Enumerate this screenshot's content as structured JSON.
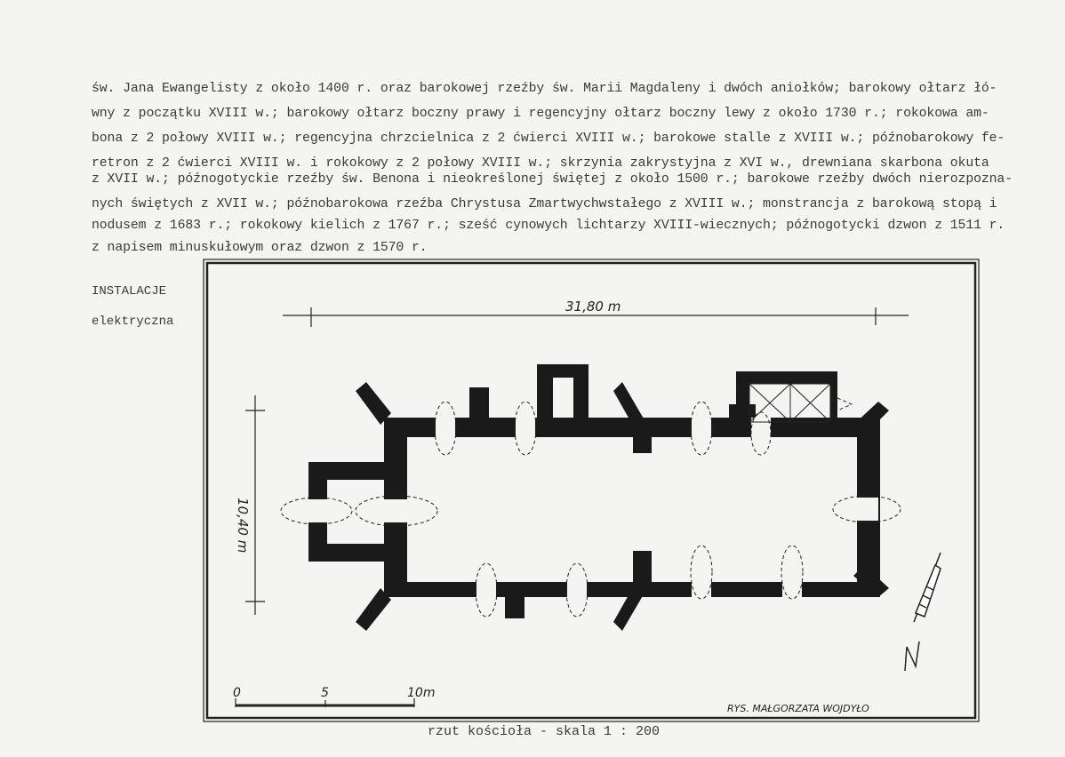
{
  "body_text": [
    "św. Jana Ewangelisty z około 1400 r. oraz barokowej rzeźby św. Marii Magdaleny i dwóch aniołków; barokowy ołtarz łó-",
    "wny z początku XVIII w.; barokowy ołtarz boczny prawy i regencyjny ołtarz boczny lewy z około 1730 r.; rokokowa am-",
    "bona z 2 połowy XVIII w.; regencyjna chrzcielnica z 2 ćwierci XVIII w.; barokowe stalle z XVIII w.; późnobarokowy fe-",
    "retron z 2 ćwierci XVIII w. i rokokowy z 2 połowy XVIII w.; skrzynia zakrystyjna z XVI w., drewniana skarbona okuta",
    "z XVII w.; późnogotyckie rzeźby św. Benona i nieokreślonej świętej z około 1500 r.; barokowe rzeźby dwóch nierozpozna-",
    "nych świętych z XVII w.; późnobarokowa rzeźba Chrystusa Zmartwychwstałego z XVIII w.; monstrancja z barokową stopą i",
    "nodusem z 1683 r.; rokokowy kielich z 1767 r.; sześć cynowych lichtarzy XVIII-wiecznych; późnogotycki dzwon z 1511 r.",
    "z napisem minuskułowym oraz dzwon z 1570 r."
  ],
  "side_labels": {
    "heading": "INSTALACJE",
    "value": "elektryczna"
  },
  "plan": {
    "length_dimension": "31,80 m",
    "width_dimension": "10,40 m",
    "scale_bar": {
      "label_0": "0",
      "label_5": "5",
      "label_10": "10m"
    },
    "signature": "RYS. MAŁGORZATA WOJDYŁO",
    "north_arrow_label": "N"
  },
  "caption": "rzut kościoła - skala 1 : 200"
}
